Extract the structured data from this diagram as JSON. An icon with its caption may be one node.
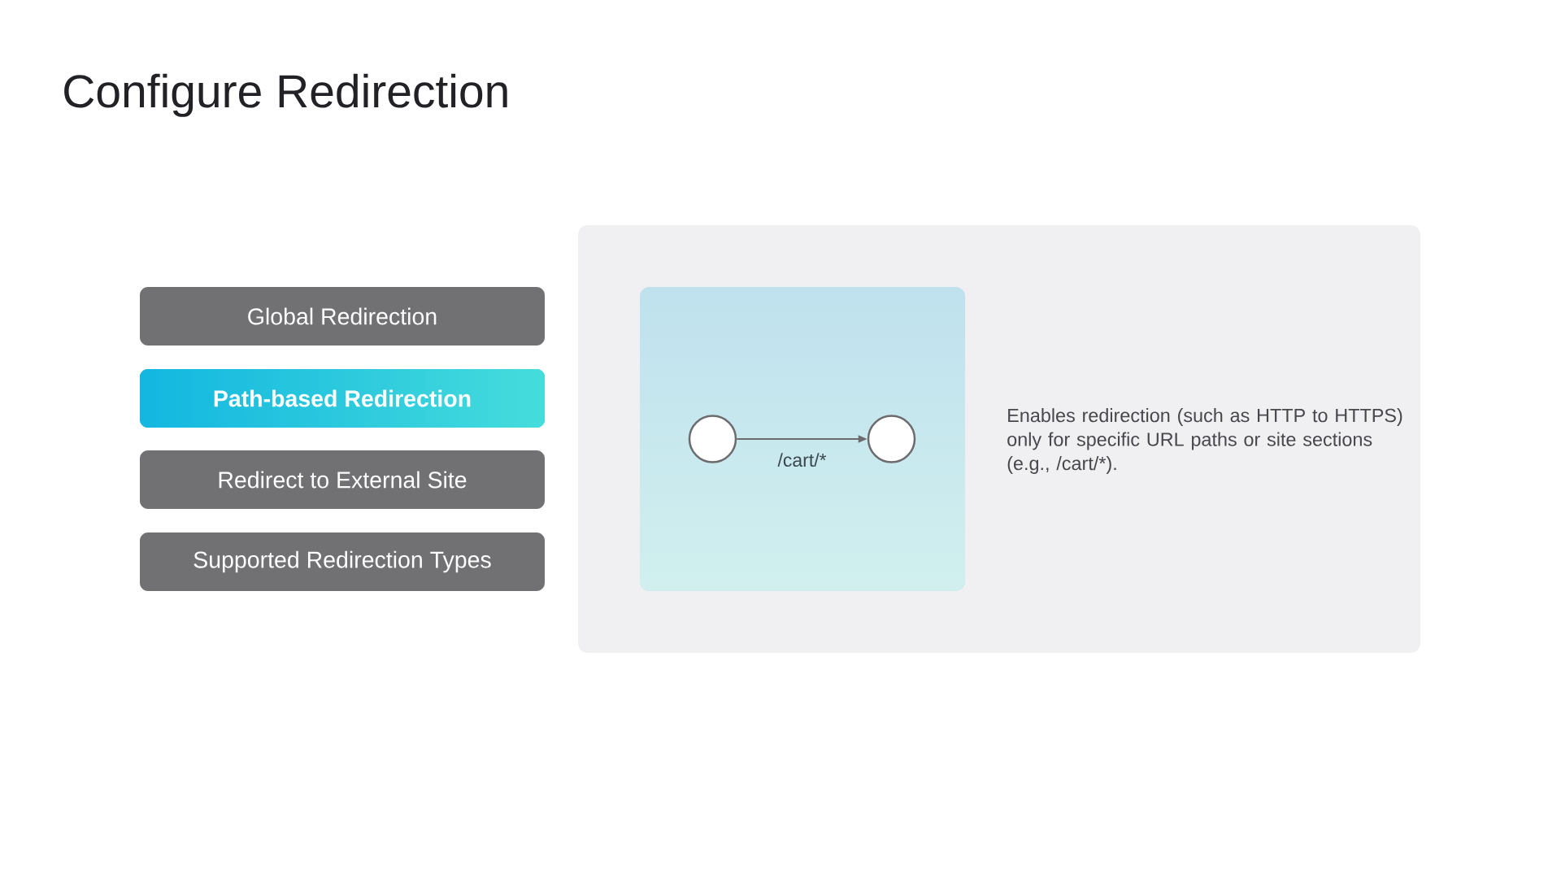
{
  "diagram": {
    "title": "Configure Redirection",
    "nodes": [
      {
        "text": [
          "Global Redirection"
        ]
      },
      {
        "text": [
          "Path-based Redirection"
        ]
      },
      {
        "text": [
          "Redirect to External Site"
        ]
      },
      {
        "text": [
          "Supported Redirection Types"
        ]
      },
      {
        "text": [
          "Enables redirection (such as HTTP to HTTPS) only for specific URL paths or site sections (e.g., /cart/*)."
        ]
      },
      {
        "text": [],
        "shape": "box",
        "in": 4
      },
      {
        "text": [],
        "shape": "circle",
        "in": 5
      },
      {
        "text": [],
        "shape": "circle",
        "in": 5
      }
    ],
    "edges": [
      {
        "from": 6,
        "to": 7,
        "arrow": "to",
        "label": "/cart/*"
      }
    ]
  }
}
